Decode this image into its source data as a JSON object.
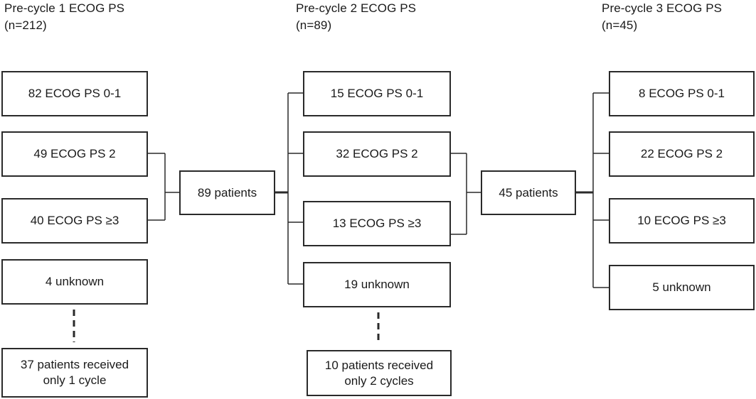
{
  "columns": [
    {
      "title": "Pre-cycle 1 ECOG PS",
      "n": "(n=212)",
      "boxes": [
        "82 ECOG PS 0-1",
        "49 ECOG PS 2",
        "40 ECOG PS ≥3",
        "4 unknown"
      ],
      "footnote": [
        "37 patients received",
        "only 1 cycle"
      ]
    },
    {
      "title": "Pre-cycle 2 ECOG PS",
      "n": "(n=89)",
      "boxes": [
        "15 ECOG PS 0-1",
        "32 ECOG PS 2",
        "13 ECOG PS ≥3",
        "19 unknown"
      ],
      "footnote": [
        "10 patients received",
        "only 2 cycles"
      ]
    },
    {
      "title": "Pre-cycle 3 ECOG PS",
      "n": "(n=45)",
      "boxes": [
        "8 ECOG PS 0-1",
        "22 ECOG PS 2",
        "10 ECOG PS ≥3",
        "5 unknown"
      ]
    }
  ],
  "transitions": [
    "89 patients",
    "45 patients"
  ]
}
